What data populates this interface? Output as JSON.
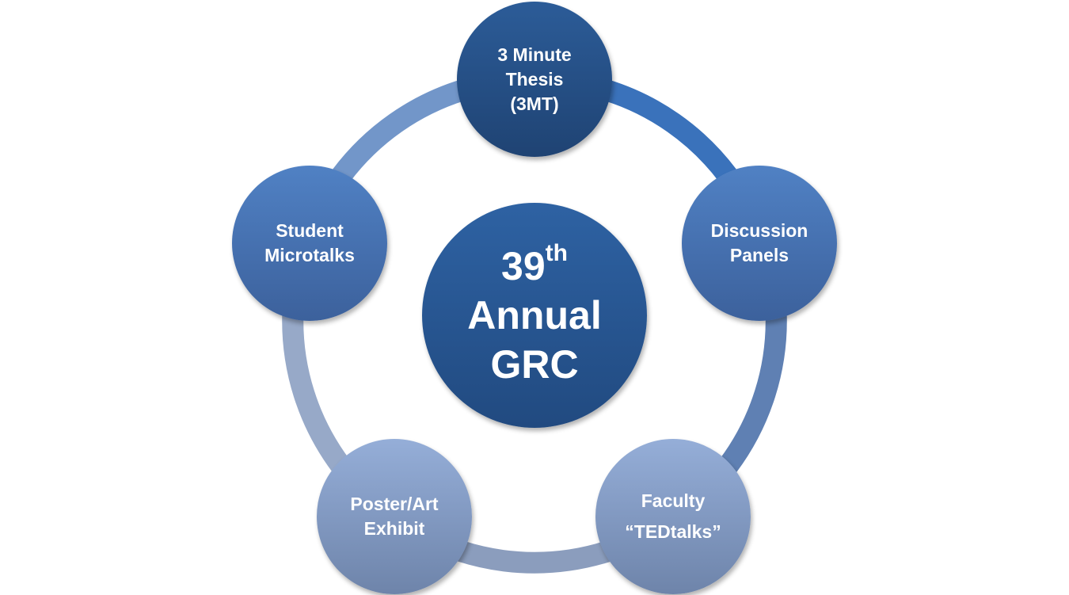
{
  "center": {
    "line1": "39",
    "sup": "th",
    "line2": "Annual",
    "line3": "GRC"
  },
  "nodes": [
    {
      "lines": [
        "3 Minute",
        "Thesis",
        "(3MT)"
      ]
    },
    {
      "lines": [
        "Discussion",
        "Panels"
      ]
    },
    {
      "lines": [
        "Faculty",
        "“TEDtalks”"
      ]
    },
    {
      "lines": [
        "Poster/Art",
        "Exhibit"
      ]
    },
    {
      "lines": [
        "Student",
        "Microtalks"
      ]
    }
  ],
  "colors": {
    "dark": "#2b5a95",
    "mid": "#4f7ec0",
    "light": "#93acd6"
  }
}
